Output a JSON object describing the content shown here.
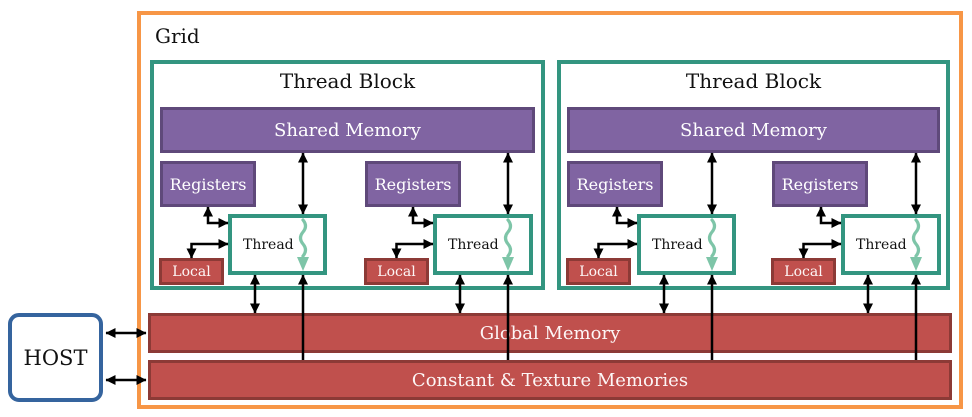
{
  "grid": {
    "label": "Grid"
  },
  "host": {
    "label": "HOST"
  },
  "thread_blocks": [
    {
      "label": "Thread Block",
      "shared_memory_label": "Shared Memory",
      "threads": [
        {
          "registers_label": "Registers",
          "thread_label": "Thread",
          "local_label": "Local"
        },
        {
          "registers_label": "Registers",
          "thread_label": "Thread",
          "local_label": "Local"
        }
      ]
    },
    {
      "label": "Thread Block",
      "shared_memory_label": "Shared Memory",
      "threads": [
        {
          "registers_label": "Registers",
          "thread_label": "Thread",
          "local_label": "Local"
        },
        {
          "registers_label": "Registers",
          "thread_label": "Thread",
          "local_label": "Local"
        }
      ]
    }
  ],
  "memories": {
    "global_label": "Global Memory",
    "constant_texture_label": "Constant & Texture Memories"
  },
  "icons": {
    "wavy_execution_arrow": "seafoam wavy down-arrow inside each Thread box",
    "bidirectional_arrow": "black double-headed connector"
  },
  "colors": {
    "grid_border": "#F79646",
    "thread_block_border": "#339580",
    "purple_fill": "#8064A2",
    "purple_border": "#5F497A",
    "red_fill": "#C0504D",
    "red_border": "#8C3A36",
    "host_border": "#35649E",
    "wavy_arrow": "#7EC5A8",
    "arrow": "#000000"
  }
}
